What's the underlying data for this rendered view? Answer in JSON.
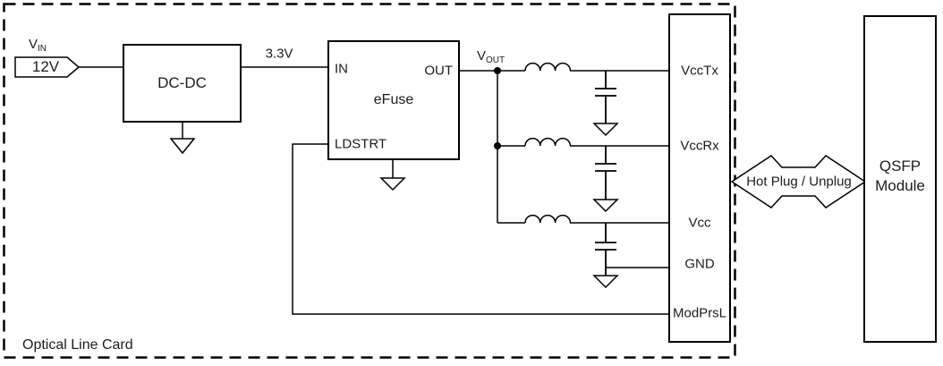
{
  "colors": {
    "line": "#000000",
    "text": "#1c1c1c",
    "background": "#ffffff"
  },
  "board": {
    "label": "Optical Line Card"
  },
  "input": {
    "net_main": "V",
    "net_sub": "IN",
    "tag_value": "12V"
  },
  "dcdc": {
    "label": "DC-DC"
  },
  "rail": {
    "label": "3.3V"
  },
  "efuse": {
    "label": "eFuse",
    "pin_in": "IN",
    "pin_out": "OUT",
    "pin_ldstrt": "LDSTRT"
  },
  "vout": {
    "net_main": "V",
    "net_sub": "OUT"
  },
  "connector": {
    "pins": [
      {
        "label": "VccTx"
      },
      {
        "label": "VccRx"
      },
      {
        "label": "Vcc"
      },
      {
        "label": "GND"
      },
      {
        "label": "ModPrsL"
      }
    ]
  },
  "hotplug": {
    "label": "Hot Plug / Unplug"
  },
  "qsfp": {
    "line1": "QSFP",
    "line2": "Module"
  }
}
